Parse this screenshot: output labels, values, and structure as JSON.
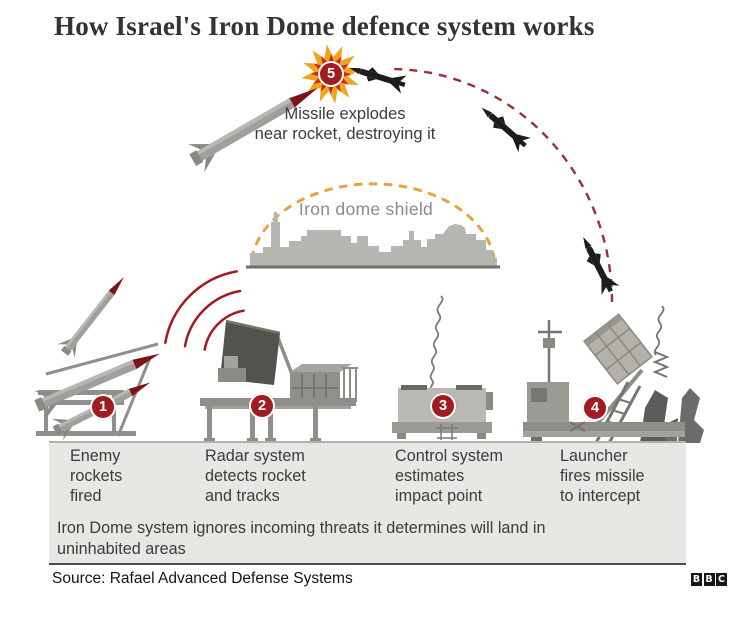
{
  "title": "How Israel's Iron Dome defence system works",
  "interception": {
    "step_number": "5",
    "caption_lines": [
      "Missile explodes",
      "near rocket, destroying it"
    ]
  },
  "dome": {
    "label": "Iron dome shield"
  },
  "steps": [
    {
      "num": "1",
      "lines": [
        "Enemy",
        "rockets",
        "fired"
      ]
    },
    {
      "num": "2",
      "lines": [
        "Radar system",
        "detects rocket",
        "and tracks"
      ]
    },
    {
      "num": "3",
      "lines": [
        "Control system",
        "estimates",
        "impact point"
      ]
    },
    {
      "num": "4",
      "lines": [
        "Launcher",
        "fires missile",
        "to intercept"
      ]
    }
  ],
  "note": "Iron Dome system ignores incoming threats it determines will land in uninhabited areas",
  "source": "Source: Rafael Advanced Defense Systems",
  "logo_letters": [
    "B",
    "B",
    "C"
  ],
  "colors": {
    "badge_red": "#9e1c22",
    "trajectory_red": "#9c2f33",
    "radar_wave_red": "#a3191f",
    "dome_arc_orange": "#e7a43c",
    "explosion_orange": "#f2a41f",
    "explosion_red": "#cc2c1a",
    "band_gray": "#e9e7e4",
    "text_dark": "#3b3b3b"
  }
}
